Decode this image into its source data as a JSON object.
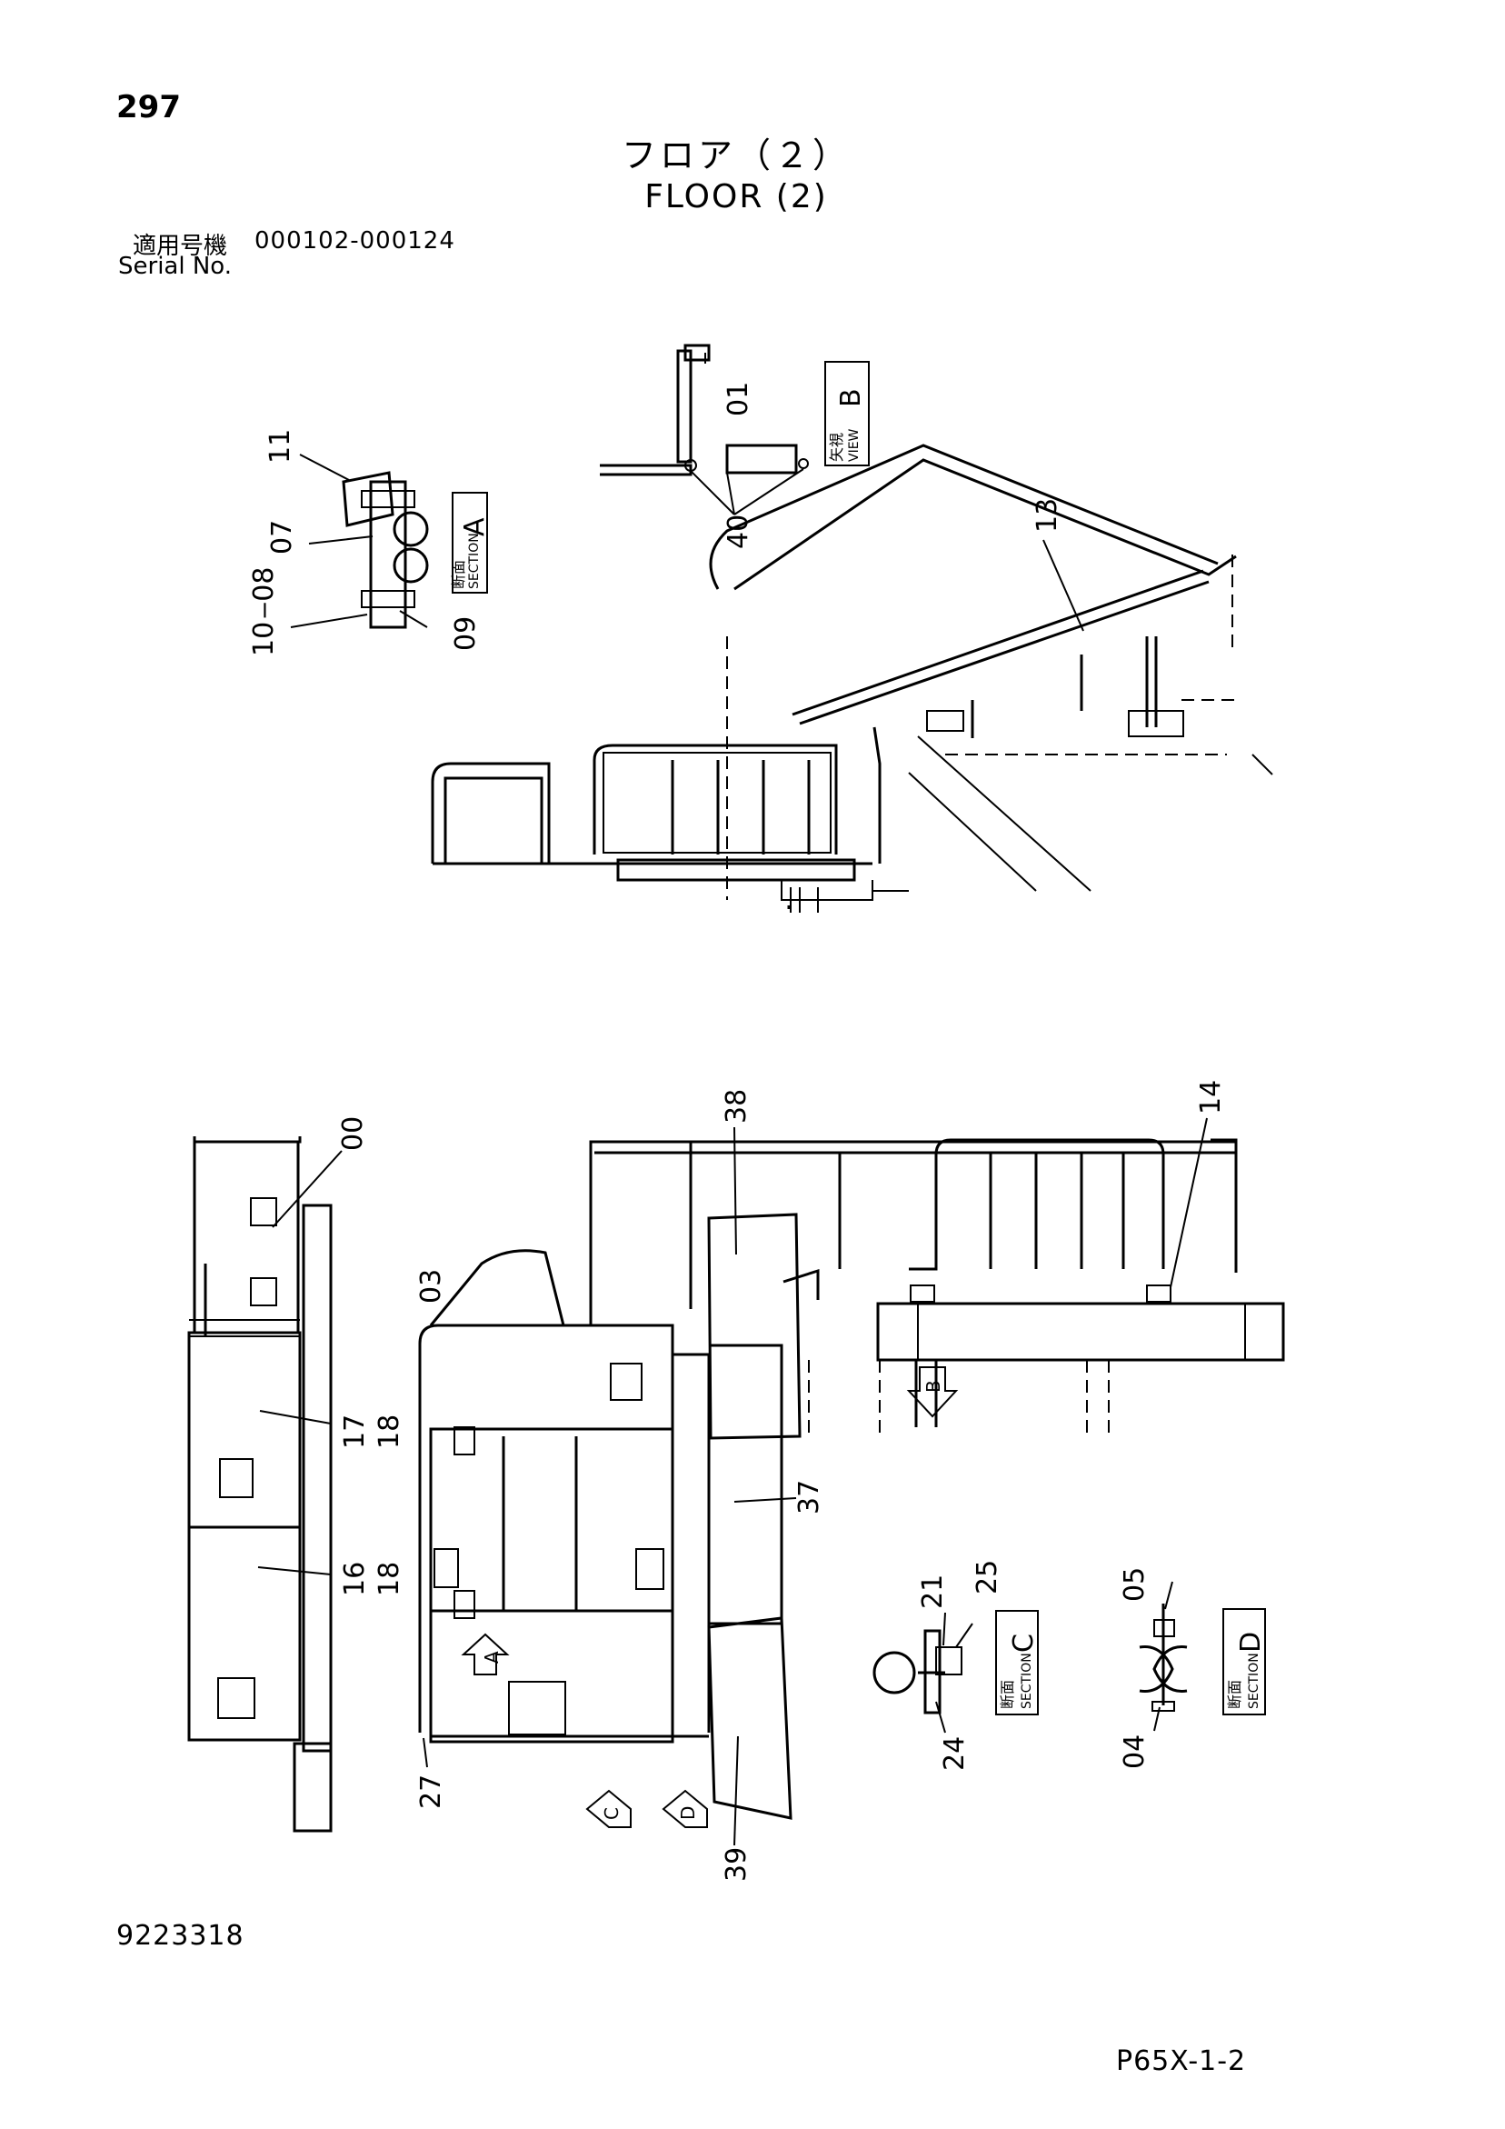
{
  "page_number": "297",
  "title_jp": "フロア（２）",
  "title_en": "FLOOR (2)",
  "serial": {
    "label_jp": "適用号機",
    "label_en": "Serial No.",
    "range": "000102-000124"
  },
  "doc_number": "9223318",
  "page_code": "P65X-1-2",
  "callouts": {
    "c00": "00",
    "c01": "01",
    "c03": "03",
    "c04": "04",
    "c05": "05",
    "c07": "07",
    "c08": "10 ‒08",
    "c09": "09",
    "c11": "11",
    "c13": "13",
    "c14": "14",
    "c16": "16",
    "c17": "17",
    "c18a": "18",
    "c18b": "18",
    "c21": "21",
    "c24": "24",
    "c25": "25",
    "c27": "27",
    "c37": "37",
    "c38": "38",
    "c39": "39",
    "c40": "40"
  },
  "section_boxes": {
    "A": {
      "jp": "断面",
      "en": "SECTION",
      "letter": "A"
    },
    "B": {
      "jp": "矢視",
      "en": "VIEW",
      "letter": "B"
    },
    "C": {
      "jp": "断面",
      "en": "SECTION",
      "letter": "C"
    },
    "D": {
      "jp": "断面",
      "en": "SECTION",
      "letter": "D"
    }
  },
  "view_markers": {
    "A": "A",
    "B": "B",
    "C": "C",
    "D": "D"
  }
}
